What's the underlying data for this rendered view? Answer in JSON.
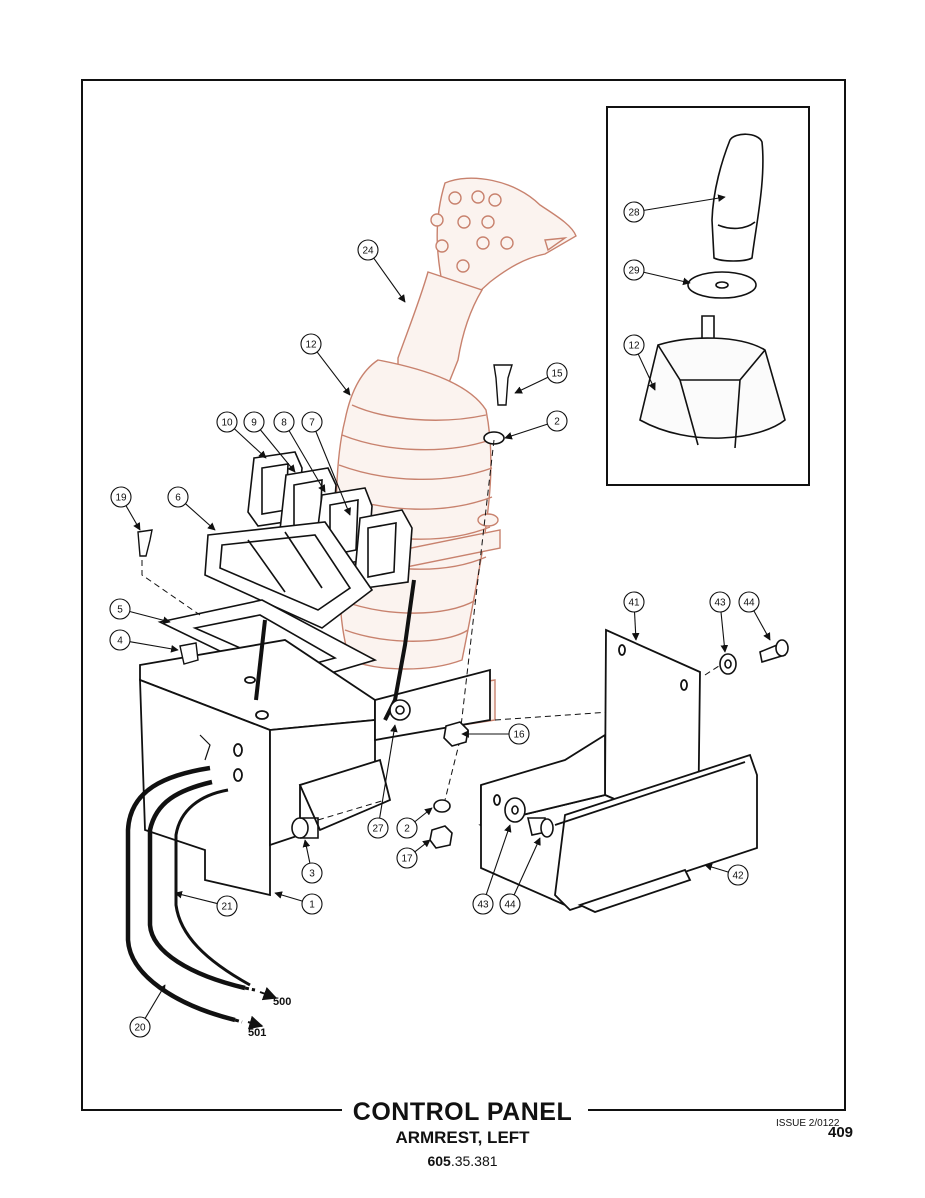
{
  "title": "CONTROL PANEL",
  "subtitle": "ARMREST, LEFT",
  "part_number_prefix": "605",
  "part_number_suffix": ".35.381",
  "issue": "ISSUE 2/0122",
  "page_number": "409",
  "callouts": [
    "24",
    "12",
    "15",
    "2",
    "10",
    "9",
    "8",
    "7",
    "19",
    "6",
    "5",
    "4",
    "41",
    "43",
    "44",
    "16",
    "27",
    "2",
    "17",
    "3",
    "1",
    "21",
    "20",
    "43",
    "44",
    "42",
    "28",
    "29",
    "12"
  ],
  "leads": [
    "500",
    "501"
  ],
  "colors": {
    "line": "#1a1a1a",
    "joystick": "#c8826e",
    "joystick_fill": "#fbf3ef"
  }
}
